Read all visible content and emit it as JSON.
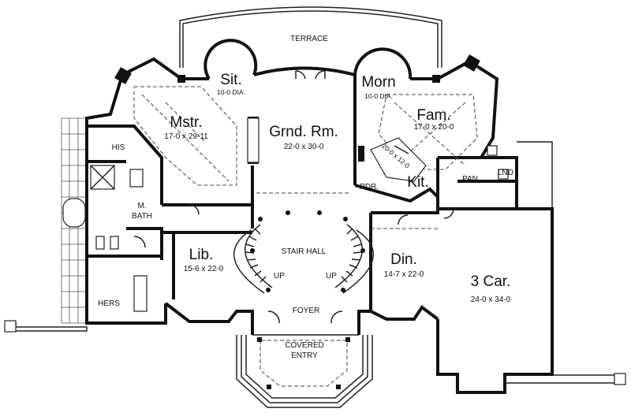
{
  "rooms": {
    "terrace": {
      "name": "TERRACE"
    },
    "sitting": {
      "name": "Sit.",
      "dims": "10-0 DIA."
    },
    "morning": {
      "name": "Morn",
      "dims": "10-0 DIA."
    },
    "master": {
      "name": "Mstr.",
      "dims": "17-0 x 29-11"
    },
    "great_room": {
      "name": "Grnd. Rm.",
      "dims": "22-0 x 30-0"
    },
    "family": {
      "name": "Fam.",
      "dims": "17-0 x 20-0"
    },
    "his": {
      "name": "HIS"
    },
    "master_bath": {
      "name_line1": "M.",
      "name_line2": "BATH"
    },
    "hers": {
      "name": "HERS"
    },
    "kitchen": {
      "name": "Kit.",
      "dims": "20-0 x 12-0"
    },
    "powder": {
      "name": "PDR."
    },
    "pantry": {
      "name": "PAN"
    },
    "laundry": {
      "name": "LND"
    },
    "library": {
      "name": "Lib.",
      "dims": "15-6 x 22-0"
    },
    "stair_hall": {
      "name": "STAIR HALL",
      "up_left": "UP",
      "up_right": "UP"
    },
    "dining": {
      "name": "Din.",
      "dims": "14-7 x 22-0"
    },
    "garage": {
      "name": "3 Car.",
      "dims": "24-0 x 34-0"
    },
    "foyer": {
      "name": "FOYER"
    },
    "covered_entry": {
      "name_line1": "COVERED",
      "name_line2": "ENTRY"
    }
  }
}
